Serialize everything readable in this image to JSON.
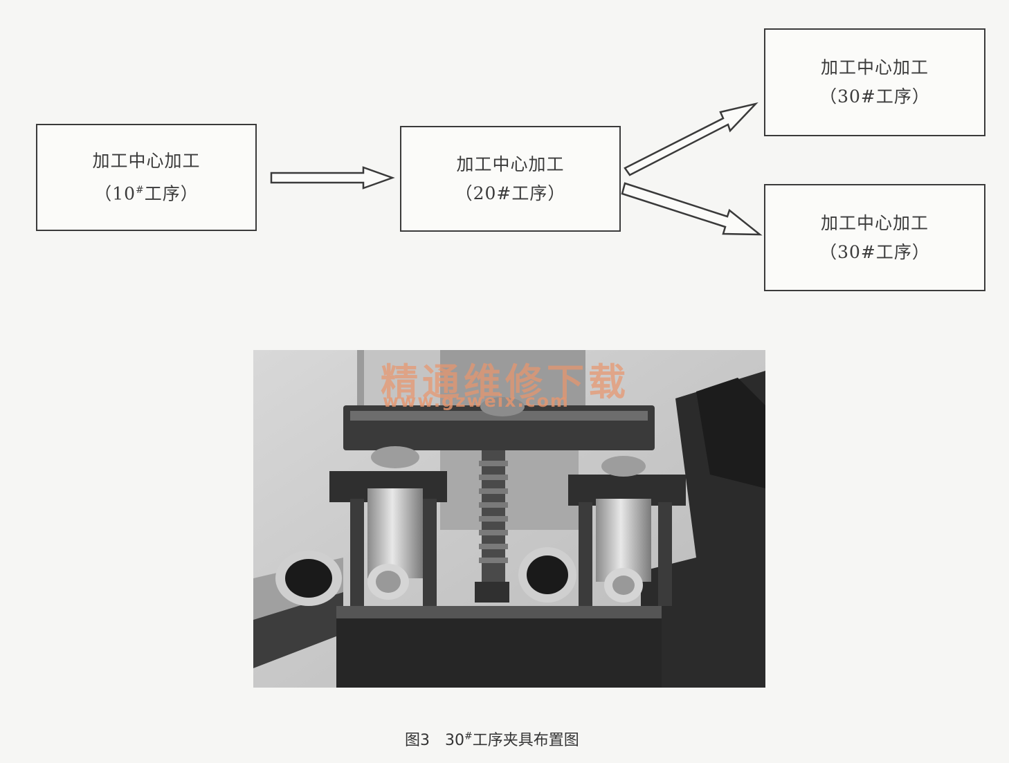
{
  "boxes": {
    "op10": {
      "line1": "加工中心加工",
      "line2_prefix": "（10",
      "line2_sup": "#",
      "line2_suffix": "工序）"
    },
    "op20": {
      "line1": "加工中心加工",
      "line2": "（20#工序）"
    },
    "op30_top": {
      "line1": "加工中心加工",
      "line2": "（30#工序）"
    },
    "op30_bottom": {
      "line1": "加工中心加工",
      "line2": "（30#工序）"
    }
  },
  "watermark": {
    "title": "精通维修下载",
    "url": "www.gzweix.com"
  },
  "caption": {
    "prefix": "图3　30",
    "sup": "#",
    "suffix": "工序夹具布置图"
  }
}
